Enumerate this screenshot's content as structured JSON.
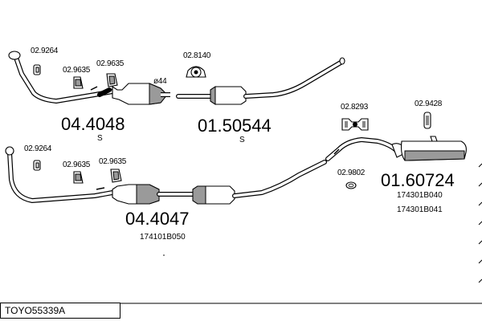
{
  "diagram": {
    "top_row": {
      "front_pipe_part": "04.4048",
      "front_pipe_mark": "S",
      "rear_pipe_part": "01.50544",
      "rear_pipe_mark": "S",
      "clamp_label": "02.9264",
      "hanger_a_label": "02.9635",
      "hanger_b_label": "02.9635",
      "ring_label": "02.8140",
      "diameter_label": "ø44"
    },
    "bottom_row": {
      "front_pipe_part": "04.4047",
      "front_pipe_oem": "174101B050",
      "rear_silencer_part": "01.60724",
      "rear_silencer_oem_1": "174301B040",
      "rear_silencer_oem_2": "174301B041",
      "clamp_label": "02.9264",
      "hanger_a_label": "02.9635",
      "hanger_b_label": "02.9635",
      "bracket_label": "02.8293",
      "mount_label": "02.9428",
      "gasket_label": "02.9802"
    }
  },
  "footer": {
    "code": "TOYO55339A"
  }
}
